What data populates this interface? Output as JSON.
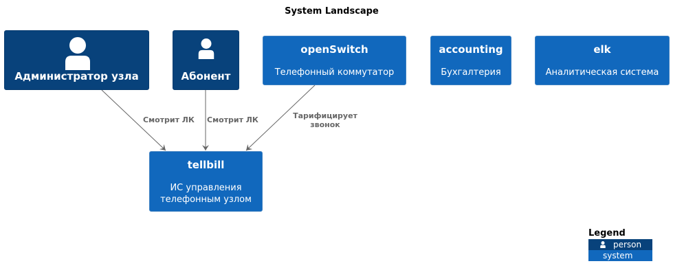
{
  "diagram": {
    "title": "System Landscape",
    "persons": {
      "admin": {
        "name": "Администратор узла"
      },
      "abonent": {
        "name": "Абонент"
      }
    },
    "systems": {
      "openswitch": {
        "name": "openSwitch",
        "description": "Телефонный коммутатор"
      },
      "accounting": {
        "name": "accounting",
        "description": "Бухгалтерия"
      },
      "elk": {
        "name": "elk",
        "description": "Аналитическая система"
      },
      "tellbill": {
        "name": "tellbill",
        "description_line1": "ИС управления",
        "description_line2": "телефонным узлом"
      }
    },
    "relations": [
      {
        "from": "admin",
        "to": "tellbill",
        "label": "Смотрит ЛК"
      },
      {
        "from": "abonent",
        "to": "tellbill",
        "label": "Смотрит ЛК"
      },
      {
        "from": "openswitch",
        "to": "tellbill",
        "label_line1": "Тарифицирует",
        "label_line2": "звонок"
      }
    ],
    "legend": {
      "title": "Legend",
      "person_label": "person",
      "system_label": "system"
    },
    "colors": {
      "person": "#08427b",
      "system": "#1168bd",
      "arrow": "#666666",
      "label": "#666666"
    }
  }
}
